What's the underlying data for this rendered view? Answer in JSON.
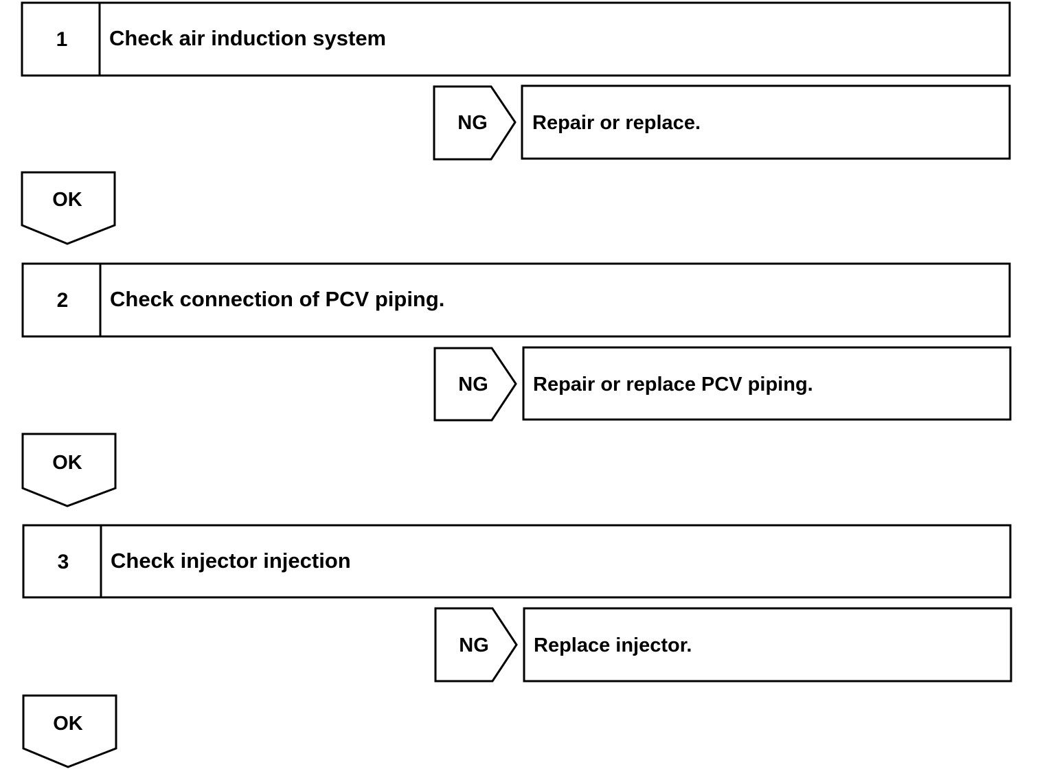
{
  "steps": [
    {
      "number": "1",
      "title": "Check air induction system",
      "ng_label": "NG",
      "ng_action": "Repair or replace.",
      "ok_label": "OK"
    },
    {
      "number": "2",
      "title": "Check connection of PCV piping.",
      "ng_label": "NG",
      "ng_action": "Repair or replace PCV piping.",
      "ok_label": "OK"
    },
    {
      "number": "3",
      "title": "Check injector injection",
      "ng_label": "NG",
      "ng_action": "Replace injector.",
      "ok_label": "OK"
    }
  ]
}
